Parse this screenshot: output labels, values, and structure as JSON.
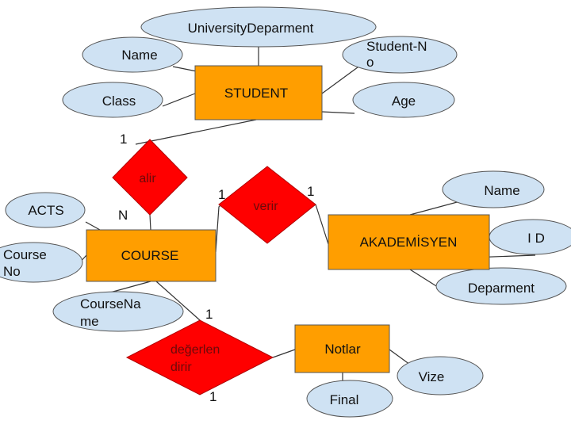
{
  "colors": {
    "entity_fill": "#ff9e00",
    "attribute_fill": "#cfe2f3",
    "relationship_fill": "#ff0000"
  },
  "entities": {
    "student": "STUDENT",
    "course": "COURSE",
    "akademisyen": "AKADEMİSYEN",
    "notlar": "Notlar"
  },
  "attributes": {
    "university_department": "UniversityDeparment",
    "student_name": "Name",
    "student_no": [
      "Student-N",
      "o"
    ],
    "student_class": "Class",
    "student_age": "Age",
    "acts": "ACTS",
    "course_no": [
      "Course",
      "No"
    ],
    "course_name": [
      "CourseNa",
      "me"
    ],
    "akademisyen_name": "Name",
    "akademisyen_id": "I D",
    "akademisyen_department": "Deparment",
    "vize": "Vize",
    "final": "Final"
  },
  "relationships": {
    "alir": "alir",
    "verir": "verir",
    "degerlendirir": [
      "değerlen",
      "dirir"
    ]
  },
  "cardinalities": {
    "alir_student": "1",
    "alir_course": "N",
    "verir_course": "1",
    "verir_akademisyen": "1",
    "degerlendirir_course": "1",
    "degerlendirir_notlar": "1"
  }
}
